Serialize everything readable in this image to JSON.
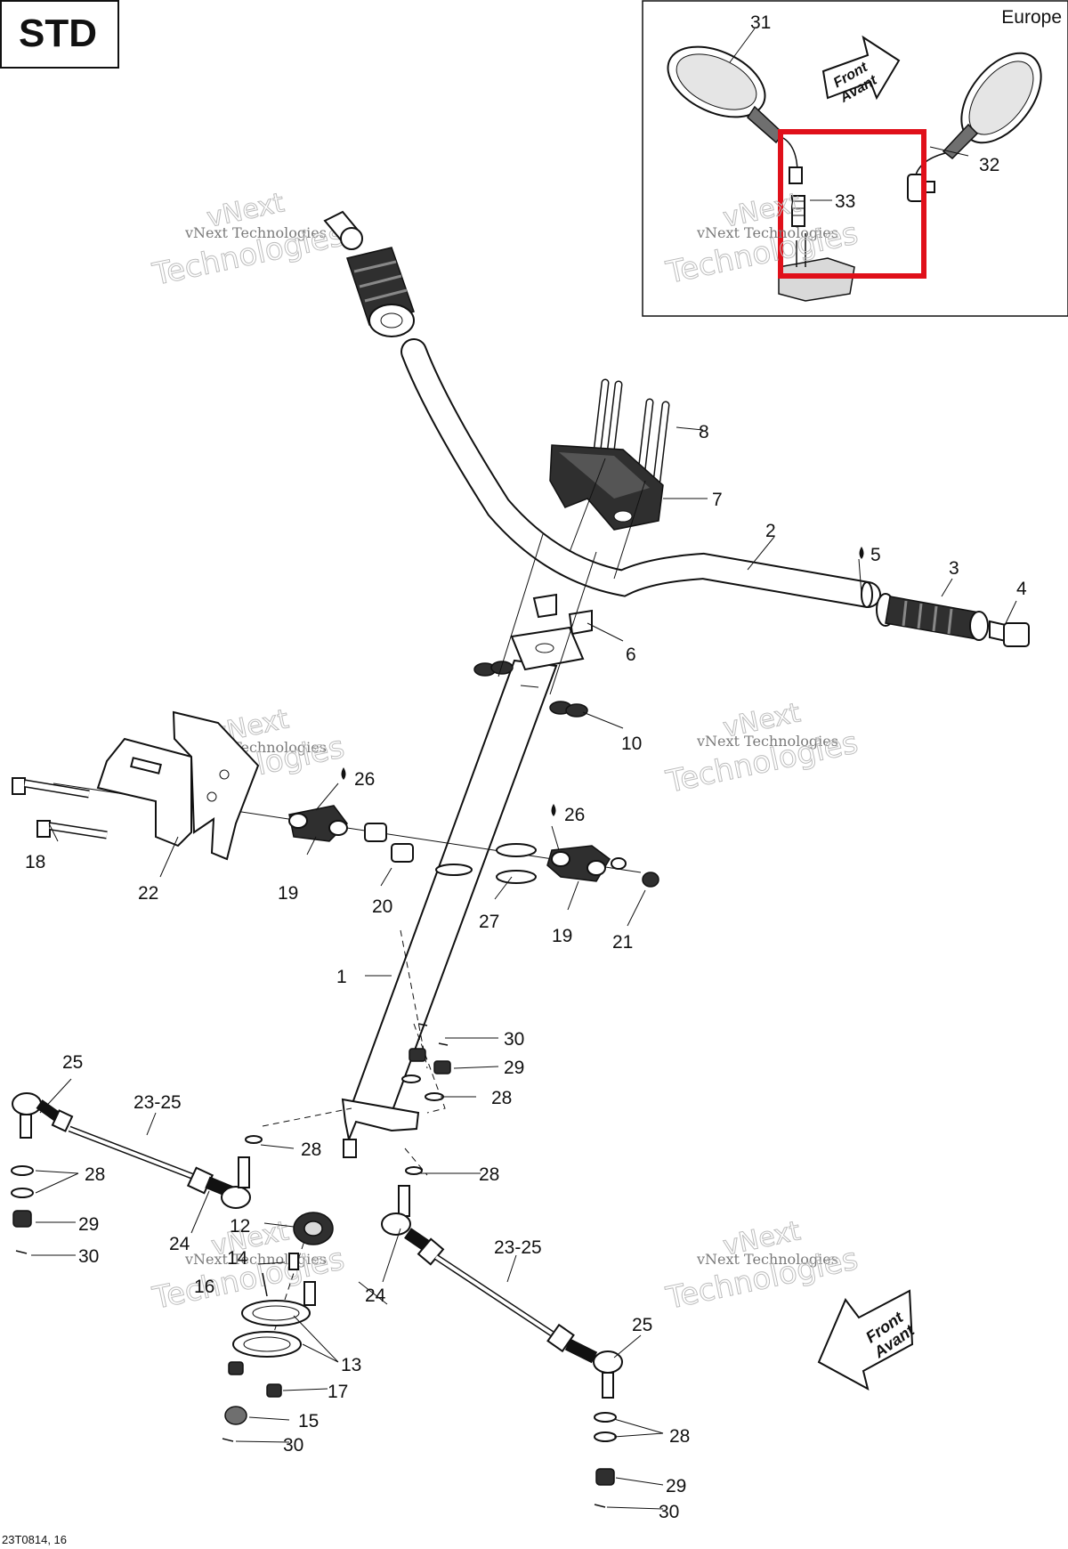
{
  "badge": "STD",
  "inset": {
    "region": "Europe",
    "arrow_text": [
      "Front",
      "Avant"
    ]
  },
  "front_arrow": [
    "Front",
    "Avant"
  ],
  "drawing_code": "23T0814, 16",
  "watermark": {
    "line1": "vNext Technologies",
    "line2": "vNext",
    "line3": "Technologies"
  },
  "callouts": {
    "c1": "1",
    "c2": "2",
    "c3": "3",
    "c4": "4",
    "c5": "5",
    "c6": "6",
    "c7": "7",
    "c8": "8",
    "c10": "10",
    "c12": "12",
    "c13": "13",
    "c14": "14",
    "c15": "15",
    "c16": "16",
    "c17": "17",
    "c18": "18",
    "c19a": "19",
    "c19b": "19",
    "c20": "20",
    "c21": "21",
    "c22": "22",
    "c23a": "23-25",
    "c23b": "23-25",
    "c24a": "24",
    "c24b": "24",
    "c25a": "25",
    "c25b": "25",
    "c26a": "26",
    "c26b": "26",
    "c27": "27",
    "c28a": "28",
    "c28b": "28",
    "c28c": "28",
    "c28d": "28",
    "c28e": "28",
    "c29a": "29",
    "c29b": "29",
    "c29c": "29",
    "c30a": "30",
    "c30b": "30",
    "c30c": "30",
    "c30d": "30",
    "c31": "31",
    "c32": "32",
    "c33": "33"
  },
  "colors": {
    "highlight_box": "#e0101a",
    "linework": "#111111",
    "watermark": "#bdbdbd"
  }
}
